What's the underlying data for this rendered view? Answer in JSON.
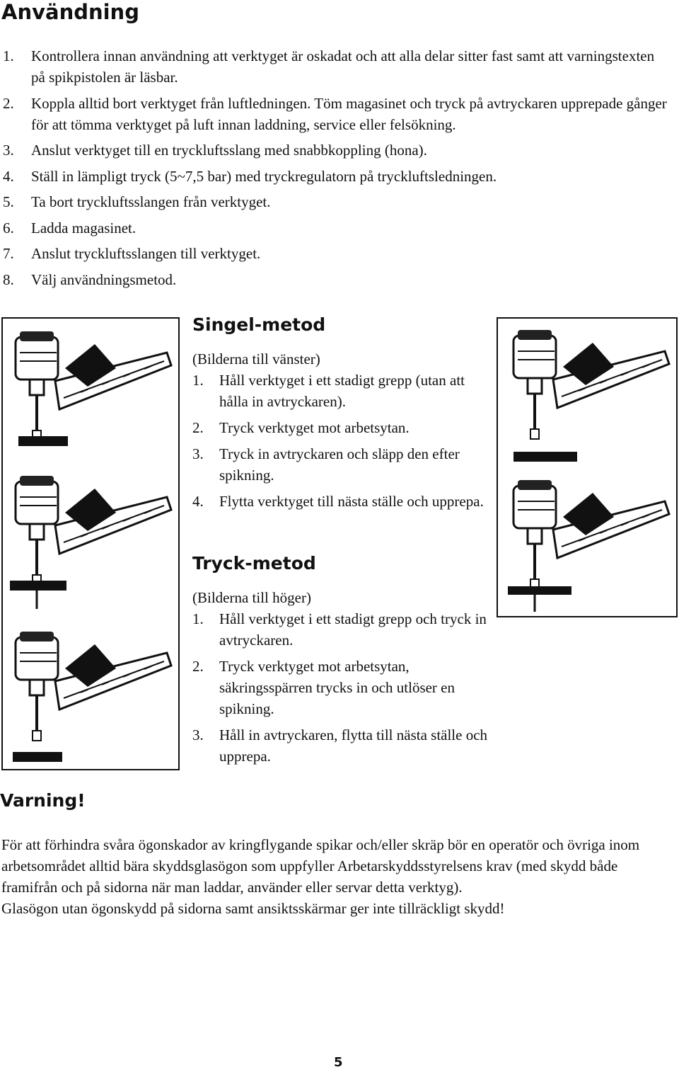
{
  "title": "Användning",
  "steps": [
    {
      "num": "1.",
      "text": "Kontrollera innan användning att verktyget är oskadat och att alla delar sitter fast samt att varningstexten på spikpistolen är läsbar."
    },
    {
      "num": "2.",
      "text": "Koppla alltid bort verktyget från luftledningen. Töm magasinet och tryck på avtryckaren upprepade gånger för att tömma verktyget på luft innan laddning, service eller felsökning."
    },
    {
      "num": "3.",
      "text": "Anslut verktyget till en tryckluftsslang med snabbkoppling (hona)."
    },
    {
      "num": "4.",
      "text": "Ställ in lämpligt tryck (5~7,5 bar) med tryckregulatorn på tryckluftsledningen."
    },
    {
      "num": "5.",
      "text": "Ta bort tryckluftsslangen från verktyget."
    },
    {
      "num": "6.",
      "text": "Ladda magasinet."
    },
    {
      "num": "7.",
      "text": "Anslut tryckluftsslangen till verktyget."
    },
    {
      "num": "8.",
      "text": "Välj användningsmetod."
    }
  ],
  "single": {
    "heading": "Singel-metod",
    "caption": "(Bilderna till vänster)",
    "steps": [
      {
        "num": "1.",
        "text": "Håll verktyget i ett stadigt grepp (utan att hålla in avtryckaren)."
      },
      {
        "num": "2.",
        "text": "Tryck verktyget mot arbetsytan."
      },
      {
        "num": "3.",
        "text": "Tryck in avtryckaren och släpp den efter spikning."
      },
      {
        "num": "4.",
        "text": "Flytta verktyget till nästa ställe och upprepa."
      }
    ]
  },
  "press": {
    "heading": "Tryck-metod",
    "caption": "(Bilderna till höger)",
    "steps": [
      {
        "num": "1.",
        "text": "Håll verktyget i ett stadigt grepp och tryck in avtryckaren."
      },
      {
        "num": "2.",
        "text": "Tryck verktyget mot arbetsytan, säkringsspärren trycks in och utlöser en spikning."
      },
      {
        "num": "3.",
        "text": "Håll in avtryckaren, flytta till nästa ställe och upprepa."
      }
    ]
  },
  "warning": {
    "heading": "Varning!",
    "paragraph1": "För att förhindra svåra ögonskador av kringflygande spikar och/eller skräp bör en operatör och övriga inom arbetsområdet alltid bära skyddsglasögon som uppfyller Arbetarskyddsstyrelsens krav (med skydd både framifrån och på sidorna när man laddar, använder eller servar detta verktyg).",
    "paragraph2": "Glasögon utan ögonskydd på sidorna samt ansiktsskärmar ger inte tillräckligt skydd!"
  },
  "page_number": "5"
}
